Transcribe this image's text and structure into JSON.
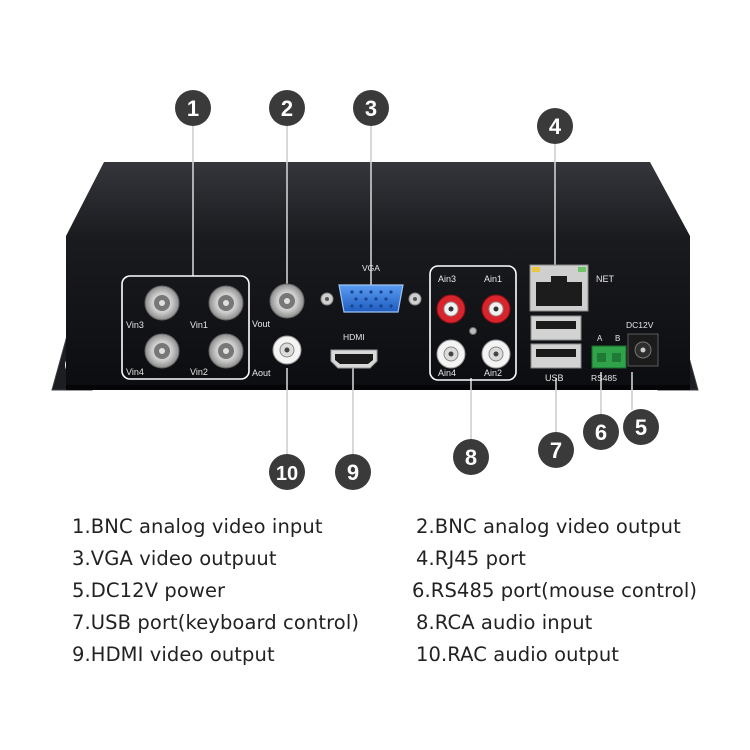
{
  "panel_labels": {
    "vga": "VGA",
    "hdmi": "HDMI",
    "net": "NET",
    "usb": "USB",
    "dc": "DC12V",
    "rs485": "RS485",
    "rs_a": "A",
    "rs_b": "B",
    "vin3": "Vin3",
    "vin1": "Vin1",
    "vin4": "Vin4",
    "vin2": "Vin2",
    "vout": "Vout",
    "aout": "Aout",
    "ain3": "Ain3",
    "ain1": "Ain1",
    "ain4": "Ain4",
    "ain2": "Ain2"
  },
  "callouts": [
    "1",
    "2",
    "3",
    "4",
    "5",
    "6",
    "7",
    "8",
    "9",
    "10"
  ],
  "legend": [
    {
      "text": "1.BNC analog video input"
    },
    {
      "text": "2.BNC analog video output"
    },
    {
      "text": "3.VGA video outpuut"
    },
    {
      "text": "4.RJ45 port"
    },
    {
      "text": "5.DC12V power"
    },
    {
      "text": "6.RS485 port(mouse control)"
    },
    {
      "text": "7.USB port(keyboard control)"
    },
    {
      "text": "8.RCA audio input"
    },
    {
      "text": "9.HDMI video output"
    },
    {
      "text": "10.RAC audio output"
    }
  ],
  "colors": {
    "chassis_top": "#222326",
    "chassis_face": "#0f1013",
    "callout": "#3a3a3a",
    "vga_blue": "#2c6fd6",
    "rca_red": "#d8242c",
    "terminal_green": "#2fa24a"
  }
}
